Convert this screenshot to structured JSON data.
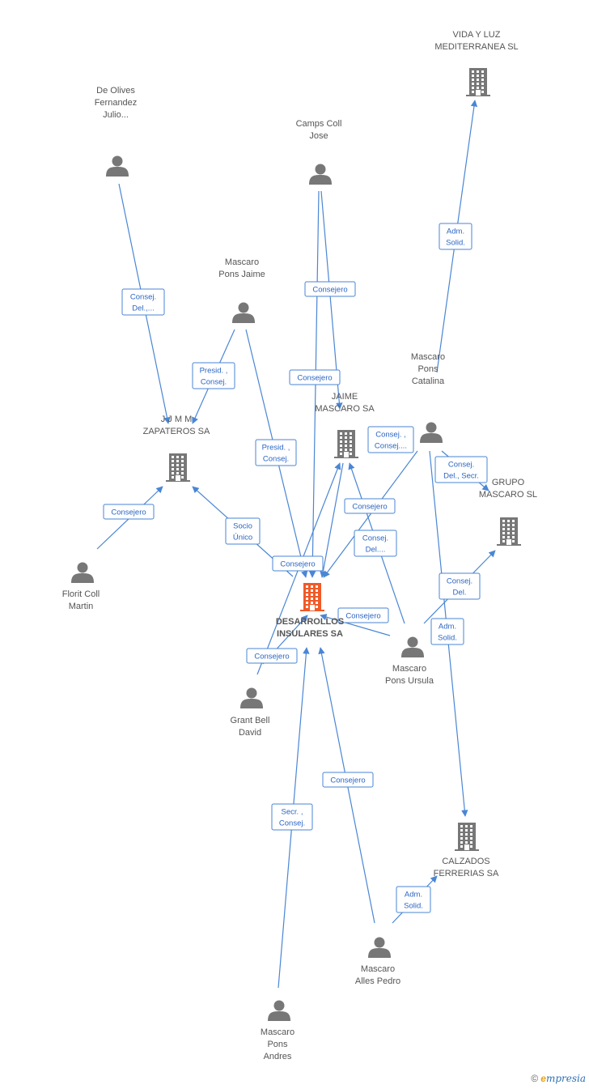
{
  "colors": {
    "edge": "#4a86d4",
    "edge_text": "#2b66c4",
    "node_icon": "#777777",
    "focus_icon": "#f05a28",
    "label": "#555555"
  },
  "nodes": [
    {
      "id": "desarrollos",
      "type": "company",
      "focus": true,
      "lines": [
        "DESARROLLOS",
        "INSULARES SA"
      ]
    },
    {
      "id": "vida-luz",
      "type": "company",
      "lines": [
        "VIDA Y LUZ",
        "MEDITERRANEA SL"
      ]
    },
    {
      "id": "jjmm",
      "type": "company",
      "lines": [
        "J J M M",
        "ZAPATEROS SA"
      ]
    },
    {
      "id": "jaime-mascaro",
      "type": "company",
      "lines": [
        "JAIME",
        "MASCARO SA"
      ]
    },
    {
      "id": "grupo-mascaro",
      "type": "company",
      "lines": [
        "GRUPO",
        "MASCARO SL"
      ]
    },
    {
      "id": "calzados",
      "type": "company",
      "lines": [
        "CALZADOS",
        "FERRERIAS SA"
      ]
    },
    {
      "id": "de-olives",
      "type": "person",
      "lines": [
        "De Olives",
        "Fernandez",
        "Julio..."
      ]
    },
    {
      "id": "camps-coll",
      "type": "person",
      "lines": [
        "Camps Coll",
        "Jose"
      ]
    },
    {
      "id": "mascaro-jaime",
      "type": "person",
      "lines": [
        "Mascaro",
        "Pons Jaime"
      ]
    },
    {
      "id": "mascaro-catalina",
      "type": "person",
      "lines": [
        "Mascaro",
        "Pons",
        "Catalina"
      ]
    },
    {
      "id": "florit",
      "type": "person",
      "lines": [
        "Florit Coll",
        "Martin"
      ]
    },
    {
      "id": "mascaro-ursula",
      "type": "person",
      "lines": [
        "Mascaro",
        "Pons Ursula"
      ]
    },
    {
      "id": "grant-bell",
      "type": "person",
      "lines": [
        "Grant Bell",
        "David"
      ]
    },
    {
      "id": "mascaro-pedro",
      "type": "person",
      "lines": [
        "Mascaro",
        "Alles Pedro"
      ]
    },
    {
      "id": "mascaro-andres",
      "type": "person",
      "lines": [
        "Mascaro",
        "Pons",
        "Andres"
      ]
    }
  ],
  "edges": [
    {
      "from": "mascaro-catalina",
      "to": "vida-luz",
      "label": [
        "Adm.",
        "Solid."
      ]
    },
    {
      "from": "de-olives",
      "to": "jjmm",
      "label": [
        "Consej.",
        "Del.,..."
      ]
    },
    {
      "from": "camps-coll",
      "to": "desarrollos",
      "label": [
        "Consejero"
      ]
    },
    {
      "from": "camps-coll",
      "to": "jaime-mascaro",
      "label": [
        "Consejero"
      ]
    },
    {
      "from": "mascaro-jaime",
      "to": "jjmm",
      "label": [
        "Presid. ,",
        "Consej."
      ]
    },
    {
      "from": "mascaro-jaime",
      "to": "desarrollos",
      "label": [
        "Presid. ,",
        "Consej."
      ]
    },
    {
      "from": "mascaro-catalina",
      "to": "desarrollos",
      "label": [
        "Consej. ,",
        "Consej...."
      ]
    },
    {
      "from": "mascaro-catalina",
      "to": "grupo-mascaro",
      "label": [
        "Consej.",
        "Del., Secr."
      ]
    },
    {
      "from": "mascaro-catalina",
      "to": "calzados",
      "label": [
        "Adm.",
        "Solid."
      ]
    },
    {
      "from": "florit",
      "to": "jjmm",
      "label": [
        "Consejero"
      ]
    },
    {
      "from": "desarrollos",
      "to": "jjmm",
      "label": [
        "Socio",
        "Único"
      ]
    },
    {
      "from": "mascaro-ursula",
      "to": "jaime-mascaro",
      "label": [
        "Consej.",
        "Del...."
      ]
    },
    {
      "from": "grant-bell",
      "to": "jaime-mascaro",
      "label": [
        "Consejero"
      ]
    },
    {
      "from": "mascaro-ursula",
      "to": "desarrollos",
      "label": [
        "Consejero"
      ]
    },
    {
      "from": "mascaro-ursula",
      "to": "grupo-mascaro",
      "label": [
        "Consej.",
        "Del."
      ]
    },
    {
      "from": "grant-bell",
      "to": "desarrollos",
      "label": [
        "Consejero"
      ]
    },
    {
      "from": "jaime-mascaro",
      "to": "desarrollos",
      "label": [
        "Consejero"
      ]
    },
    {
      "from": "mascaro-pedro",
      "to": "desarrollos",
      "label": [
        "Consejero"
      ]
    },
    {
      "from": "mascaro-pedro",
      "to": "calzados",
      "label": [
        "Adm.",
        "Solid."
      ]
    },
    {
      "from": "mascaro-andres",
      "to": "desarrollos",
      "label": [
        "Secr. ,",
        "Consej."
      ]
    }
  ],
  "brand": {
    "copyright": "©",
    "name_first": "e",
    "name_rest": "mpresia"
  }
}
